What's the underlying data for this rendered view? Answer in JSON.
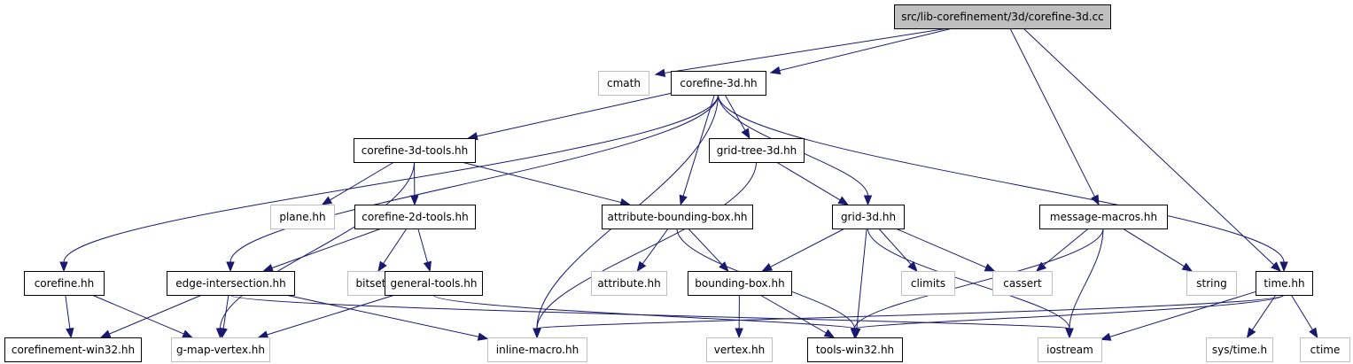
{
  "colors": {
    "edge": "#191970",
    "root_fill": "#bfbfbf",
    "root_border": "#000000",
    "internal_fill": "#ffffff",
    "internal_border": "#000000",
    "external_fill": "#ffffff",
    "external_border": "#bfbfbf"
  },
  "nodes": [
    {
      "id": "corefine3dcc",
      "label": "src/lib-corefinement/3d/corefine-3d.cc",
      "kind": "root"
    },
    {
      "id": "cmath",
      "label": "cmath",
      "kind": "external"
    },
    {
      "id": "corefine3dhh",
      "label": "corefine-3d.hh",
      "kind": "internal"
    },
    {
      "id": "corefine3dtools",
      "label": "corefine-3d-tools.hh",
      "kind": "internal"
    },
    {
      "id": "gridtree3d",
      "label": "grid-tree-3d.hh",
      "kind": "internal"
    },
    {
      "id": "planehh",
      "label": "plane.hh",
      "kind": "external"
    },
    {
      "id": "corefine2dtools",
      "label": "corefine-2d-tools.hh",
      "kind": "internal"
    },
    {
      "id": "attrbbox",
      "label": "attribute-bounding-box.hh",
      "kind": "internal"
    },
    {
      "id": "grid3d",
      "label": "grid-3d.hh",
      "kind": "internal"
    },
    {
      "id": "msgmacros",
      "label": "message-macros.hh",
      "kind": "internal"
    },
    {
      "id": "corefinehh",
      "label": "corefine.hh",
      "kind": "internal"
    },
    {
      "id": "edgeinter",
      "label": "edge-intersection.hh",
      "kind": "internal"
    },
    {
      "id": "bitset",
      "label": "bitset",
      "kind": "external"
    },
    {
      "id": "generaltools",
      "label": "general-tools.hh",
      "kind": "internal"
    },
    {
      "id": "attributehh",
      "label": "attribute.hh",
      "kind": "external"
    },
    {
      "id": "bboxhh",
      "label": "bounding-box.hh",
      "kind": "internal"
    },
    {
      "id": "climits",
      "label": "climits",
      "kind": "external"
    },
    {
      "id": "cassert",
      "label": "cassert",
      "kind": "external"
    },
    {
      "id": "string",
      "label": "string",
      "kind": "external"
    },
    {
      "id": "timehh",
      "label": "time.hh",
      "kind": "internal"
    },
    {
      "id": "corefwin32",
      "label": "corefinement-win32.hh",
      "kind": "internal"
    },
    {
      "id": "gmapvertex",
      "label": "g-map-vertex.hh",
      "kind": "external"
    },
    {
      "id": "inlinemacro",
      "label": "inline-macro.hh",
      "kind": "external"
    },
    {
      "id": "vertexhh",
      "label": "vertex.hh",
      "kind": "external"
    },
    {
      "id": "toolswin32",
      "label": "tools-win32.hh",
      "kind": "internal"
    },
    {
      "id": "iostream",
      "label": "iostream",
      "kind": "external"
    },
    {
      "id": "systime",
      "label": "sys/time.h",
      "kind": "external"
    },
    {
      "id": "ctime",
      "label": "ctime",
      "kind": "external"
    }
  ],
  "edges": [
    {
      "from": "corefine3dcc",
      "to": "cmath"
    },
    {
      "from": "corefine3dcc",
      "to": "corefine3dhh"
    },
    {
      "from": "corefine3dcc",
      "to": "msgmacros"
    },
    {
      "from": "corefine3dcc",
      "to": "timehh"
    },
    {
      "from": "corefine3dhh",
      "to": "corefine3dtools"
    },
    {
      "from": "corefine3dhh",
      "to": "gridtree3d"
    },
    {
      "from": "corefine3dhh",
      "to": "attrbbox"
    },
    {
      "from": "corefine3dhh",
      "to": "grid3d"
    },
    {
      "from": "corefine3dhh",
      "to": "corefinehh"
    },
    {
      "from": "corefine3dhh",
      "to": "edgeinter"
    },
    {
      "from": "corefine3dhh",
      "to": "inlinemacro"
    },
    {
      "from": "corefine3dhh",
      "to": "timehh"
    },
    {
      "from": "corefine3dtools",
      "to": "planehh"
    },
    {
      "from": "corefine3dtools",
      "to": "corefine2dtools"
    },
    {
      "from": "corefine3dtools",
      "to": "attrbbox"
    },
    {
      "from": "corefine3dtools",
      "to": "gmapvertex"
    },
    {
      "from": "gridtree3d",
      "to": "grid3d"
    },
    {
      "from": "gridtree3d",
      "to": "inlinemacro"
    },
    {
      "from": "corefine2dtools",
      "to": "edgeinter"
    },
    {
      "from": "corefine2dtools",
      "to": "bitset"
    },
    {
      "from": "corefine2dtools",
      "to": "generaltools"
    },
    {
      "from": "attrbbox",
      "to": "attributehh"
    },
    {
      "from": "attrbbox",
      "to": "bboxhh"
    },
    {
      "from": "attrbbox",
      "to": "toolswin32"
    },
    {
      "from": "grid3d",
      "to": "bboxhh"
    },
    {
      "from": "grid3d",
      "to": "climits"
    },
    {
      "from": "grid3d",
      "to": "cassert"
    },
    {
      "from": "grid3d",
      "to": "toolswin32"
    },
    {
      "from": "grid3d",
      "to": "iostream"
    },
    {
      "from": "msgmacros",
      "to": "cassert"
    },
    {
      "from": "msgmacros",
      "to": "string"
    },
    {
      "from": "msgmacros",
      "to": "iostream"
    },
    {
      "from": "msgmacros",
      "to": "toolswin32"
    },
    {
      "from": "corefinehh",
      "to": "corefwin32"
    },
    {
      "from": "corefinehh",
      "to": "gmapvertex"
    },
    {
      "from": "edgeinter",
      "to": "corefwin32"
    },
    {
      "from": "edgeinter",
      "to": "gmapvertex"
    },
    {
      "from": "edgeinter",
      "to": "inlinemacro"
    },
    {
      "from": "edgeinter",
      "to": "iostream"
    },
    {
      "from": "generaltools",
      "to": "gmapvertex"
    },
    {
      "from": "generaltools",
      "to": "toolswin32"
    },
    {
      "from": "bboxhh",
      "to": "vertexhh"
    },
    {
      "from": "bboxhh",
      "to": "toolswin32"
    },
    {
      "from": "timehh",
      "to": "systime"
    },
    {
      "from": "timehh",
      "to": "ctime"
    },
    {
      "from": "timehh",
      "to": "iostream"
    },
    {
      "from": "timehh",
      "to": "toolswin32"
    },
    {
      "from": "timehh",
      "to": "inlinemacro"
    }
  ]
}
